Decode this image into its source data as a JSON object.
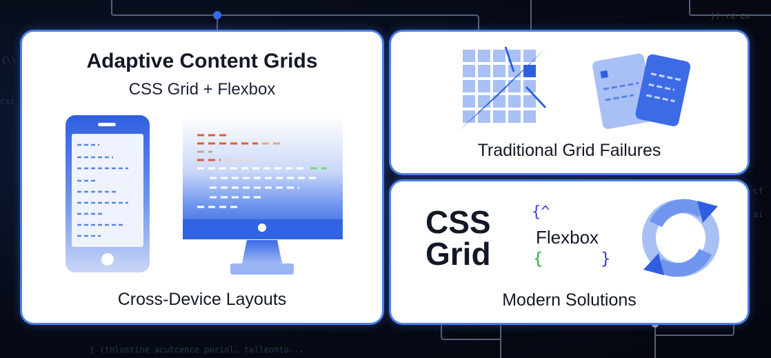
{
  "main_card": {
    "title": "Adaptive Content Grids",
    "subtitle": "CSS Grid + Flexbox",
    "caption": "Cross-Device Layouts"
  },
  "failures_card": {
    "caption": "Traditional Grid Failures"
  },
  "solutions_card": {
    "css_label_line1": "CSS",
    "css_label_line2": "Grid",
    "flex_brace_top": "{^",
    "flex_label": "Flexbox",
    "flex_brace_left": "{",
    "flex_brace_right": "}",
    "caption": "Modern Solutions"
  },
  "background": {
    "bottom_code": "{ (tnlustine acutcence poriol, talleonto...",
    "top_right_code": "}) rd co",
    "left_code_1": "{\\\\",
    "left_code_2": "csc",
    "right_code_1": "cf",
    "right_code_2": "ai"
  },
  "colors": {
    "accent": "#4a7fe6",
    "brand_blue": "#2f5fe0",
    "text_dark": "#121826"
  }
}
